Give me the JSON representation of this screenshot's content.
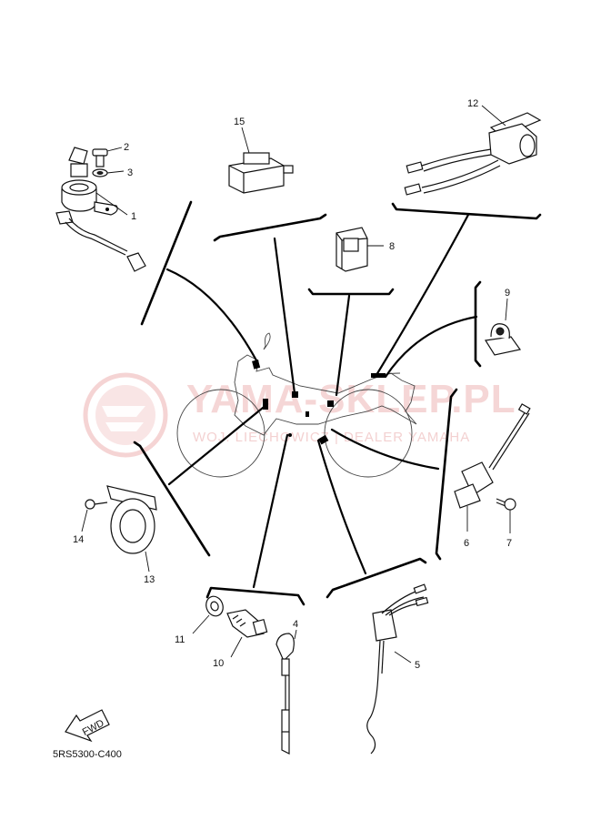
{
  "watermark": {
    "brand": "YAMA-SKLEP.PL",
    "tagline": "WOJ. LIECHOWICZ | DEALER YAMAHA"
  },
  "diagram_code": "5RS5300-C400",
  "fwd_label": "FWD",
  "callouts": [
    {
      "id": "1",
      "part": "main-switch"
    },
    {
      "id": "2",
      "part": "bolt"
    },
    {
      "id": "3",
      "part": "washer"
    },
    {
      "id": "4",
      "part": "fitting-terminal"
    },
    {
      "id": "5",
      "part": "switch-with-leads"
    },
    {
      "id": "6",
      "part": "sensor-unit"
    },
    {
      "id": "7",
      "part": "bolt"
    },
    {
      "id": "8",
      "part": "relay"
    },
    {
      "id": "9",
      "part": "holder"
    },
    {
      "id": "10",
      "part": "sender"
    },
    {
      "id": "11",
      "part": "gasket"
    },
    {
      "id": "12",
      "part": "handlebar-switch"
    },
    {
      "id": "13",
      "part": "horn"
    },
    {
      "id": "14",
      "part": "bolt"
    },
    {
      "id": "15",
      "part": "relay-unit"
    }
  ],
  "colors": {
    "line": "#000000",
    "watermark": "#f2c9c9",
    "background": "#ffffff"
  }
}
